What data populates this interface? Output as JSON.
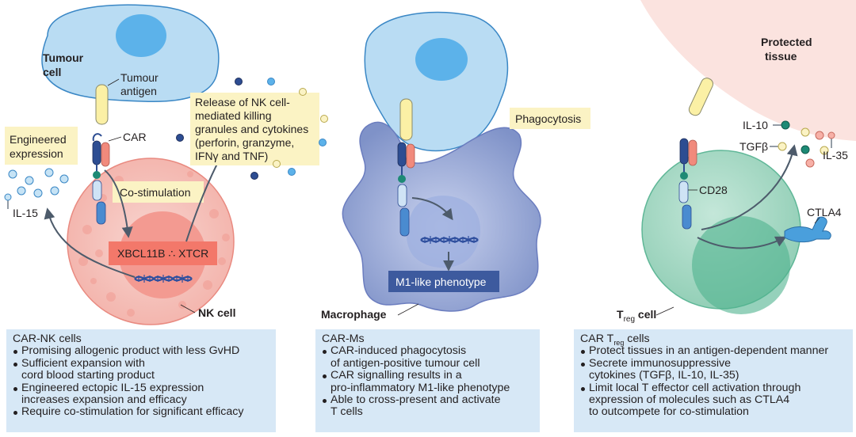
{
  "colors": {
    "tumour_fill": "#b9dcf3",
    "tumour_stroke": "#3a87c5",
    "nk_fill": "#f7c6c1",
    "macro_fill": "#8e9fd0",
    "treg_fill": "#a9dac8",
    "protected_tissue": "#fbe3df",
    "label_box": "#fbf3c4",
    "panel_bg": "#d7e8f6",
    "navy_box": "#3d5a9e",
    "salmon_box": "#f18a7c"
  },
  "nk": {
    "tumour_cell": [
      "Tumour",
      "cell"
    ],
    "tumour_antigen": [
      "Tumour",
      "antigen"
    ],
    "car": "CAR",
    "engineered": [
      "Engineered",
      "expression"
    ],
    "il15": "IL-15",
    "costim": "Co-stimulation",
    "release": [
      "Release of NK cell-",
      "mediated killing",
      "granules and cytokines",
      "(perforin, granzyme,",
      "IFNγ and TNF)"
    ],
    "xbcl": "XBCL11B ∴ XTCR",
    "nk_cell": "NK cell"
  },
  "macro": {
    "phagocytosis": "Phagocytosis",
    "m1": "M1-like phenotype",
    "macrophage": "Macrophage"
  },
  "treg": {
    "protected": [
      "Protected",
      "tissue"
    ],
    "il10": "IL-10",
    "tgfb": "TGFβ",
    "il35": "IL-35",
    "cd28": "CD28",
    "ctla4": "CTLA4",
    "treg_cell_main": "T",
    "treg_cell_sub": "reg",
    "treg_cell_suffix": " cell"
  },
  "panels": {
    "nk": {
      "title": "CAR-NK cells",
      "items": [
        [
          "Promising allogenic product with less GvHD"
        ],
        [
          "Sufficient expansion with",
          "cord blood starting product"
        ],
        [
          "Engineered ectopic IL-15 expression",
          "increases expansion and efficacy"
        ],
        [
          "Require co-stimulation for significant efficacy"
        ]
      ]
    },
    "macro": {
      "title": "CAR-Ms",
      "items": [
        [
          "CAR-induced phagocytosis",
          "of antigen-positive tumour cell"
        ],
        [
          "CAR signalling results in a",
          "pro-inflammatory M1-like phenotype"
        ],
        [
          "Able to cross-present and activate",
          "T cells"
        ]
      ]
    },
    "treg": {
      "title_main": "CAR T",
      "title_sub": "reg",
      "title_suffix": " cells",
      "items": [
        [
          "Protect tissues in an antigen-dependent manner"
        ],
        [
          "Secrete immunosuppressive",
          "cytokines (TGFβ, IL-10, IL-35)"
        ],
        [
          "Limit local T effector cell activation through",
          "expression of molecules such as CTLA4",
          "to outcompete for co-stimulation"
        ]
      ]
    }
  }
}
